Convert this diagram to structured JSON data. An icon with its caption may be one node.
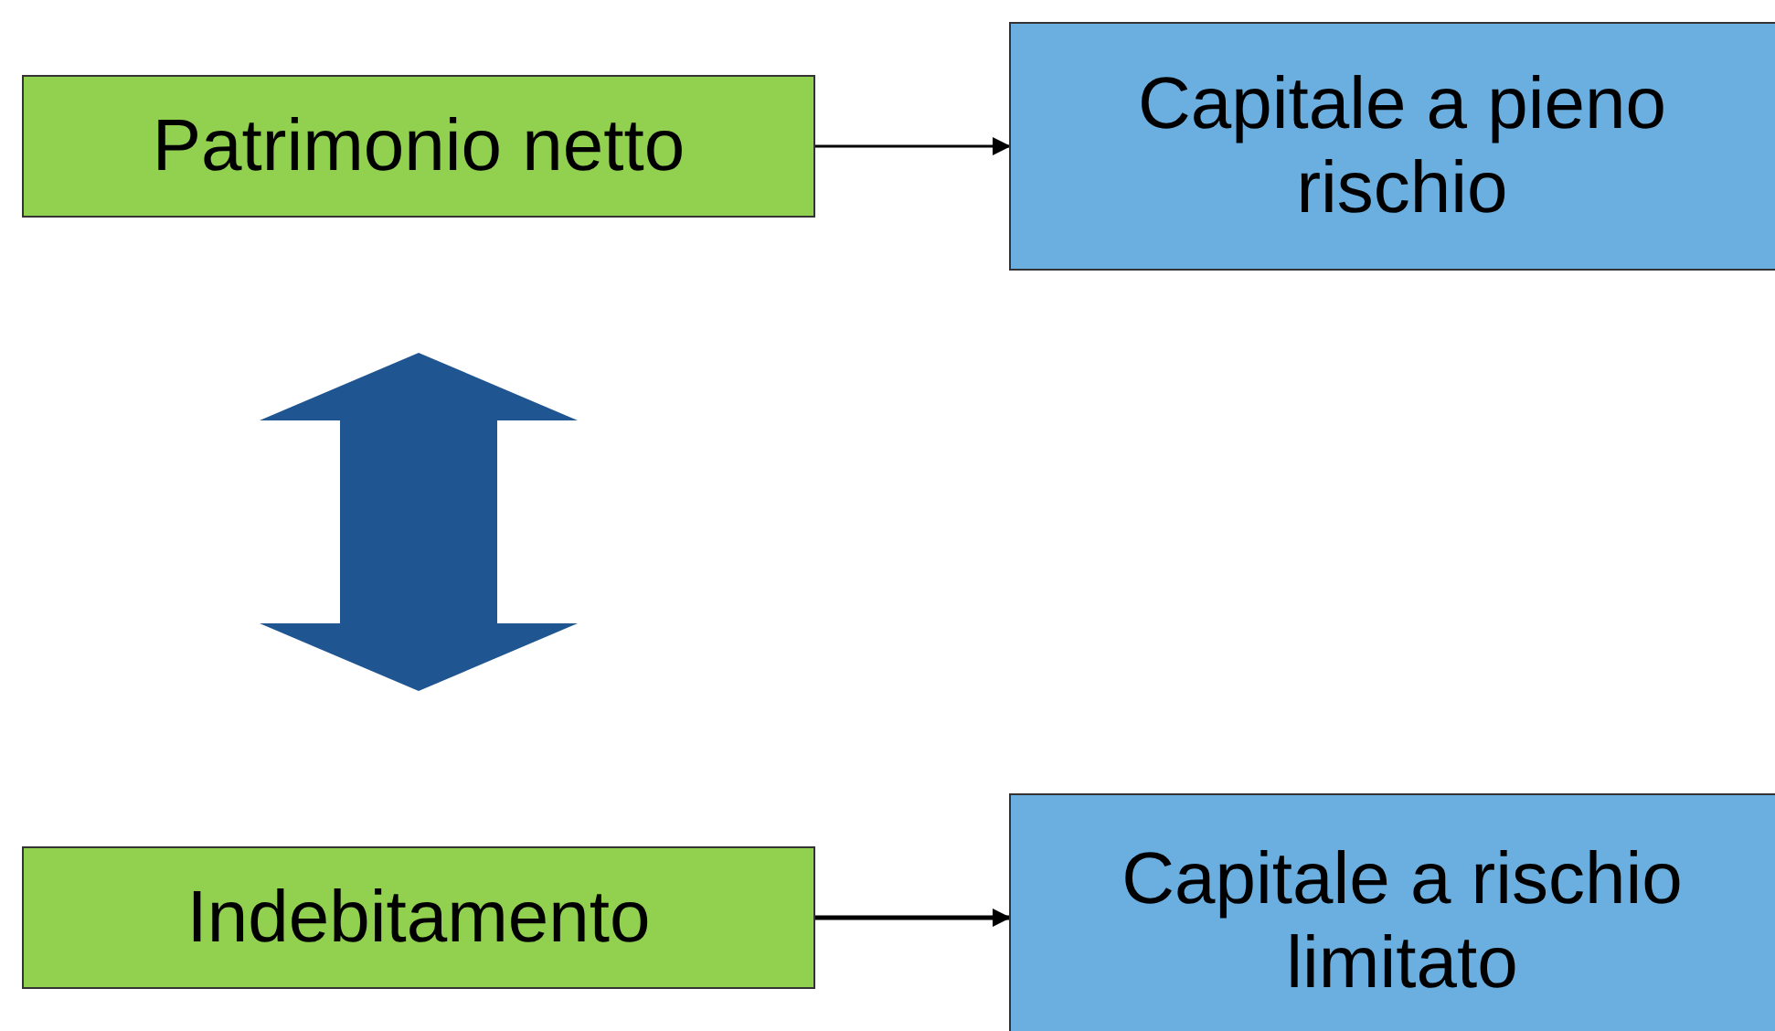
{
  "diagram": {
    "nodes": [
      {
        "text": [
          "Patrimonio netto"
        ]
      },
      {
        "text": [
          "Capitale a pieno rischio"
        ]
      },
      {
        "text": [
          "Indebitamento"
        ]
      },
      {
        "text": [
          "Capitale a rischio limitato"
        ]
      }
    ],
    "edges": [
      {
        "from": 0,
        "to": 1,
        "arrow": "to"
      },
      {
        "from": 2,
        "to": 3,
        "arrow": "to"
      },
      {
        "from": 0,
        "to": 2,
        "arrow": "both",
        "style": "thick",
        "color": "#1f5591"
      }
    ]
  }
}
